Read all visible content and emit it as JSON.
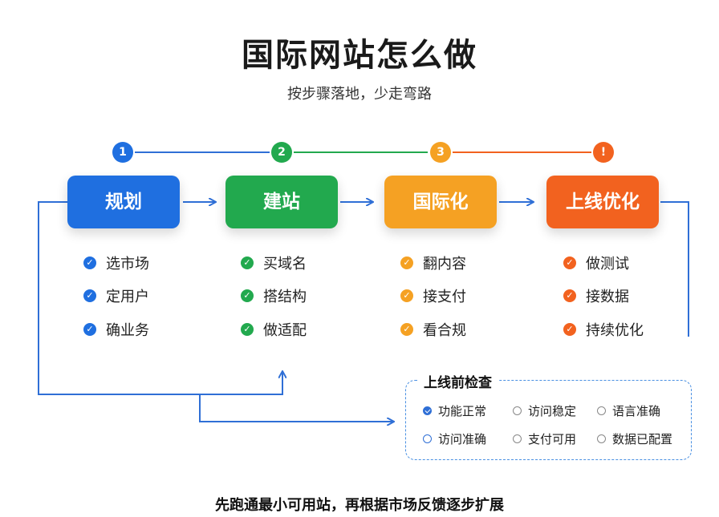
{
  "header": {
    "title": "国际网站怎么做",
    "subtitle": "按步骤落地，少走弯路"
  },
  "colors": {
    "blue": "#1f6fe0",
    "green": "#22a94e",
    "orange": "#f5a123",
    "red_orange": "#f2621f",
    "line": "#2f6fd6"
  },
  "steps": [
    {
      "number": "1",
      "label": "规划",
      "items": [
        "选市场",
        "定用户",
        "确业务"
      ]
    },
    {
      "number": "2",
      "label": "建站",
      "items": [
        "买域名",
        "搭结构",
        "做适配"
      ]
    },
    {
      "number": "3",
      "label": "国际化",
      "items": [
        "翻内容",
        "接支付",
        "看合规"
      ]
    },
    {
      "number": "!",
      "label": "上线优化",
      "items": [
        "做测试",
        "接数据",
        "持续优化"
      ]
    }
  ],
  "checklist": {
    "title": "上线前检查",
    "options": [
      {
        "label": "功能正常",
        "state": "checked"
      },
      {
        "label": "访问稳定",
        "state": "unchecked"
      },
      {
        "label": "语言准确",
        "state": "unchecked"
      },
      {
        "label": "访问准确",
        "state": "unchecked"
      },
      {
        "label": "支付可用",
        "state": "unchecked"
      },
      {
        "label": "数据已配置",
        "state": "unchecked"
      }
    ]
  },
  "footer": "先跑通最小可用站，再根据市场反馈逐步扩展"
}
